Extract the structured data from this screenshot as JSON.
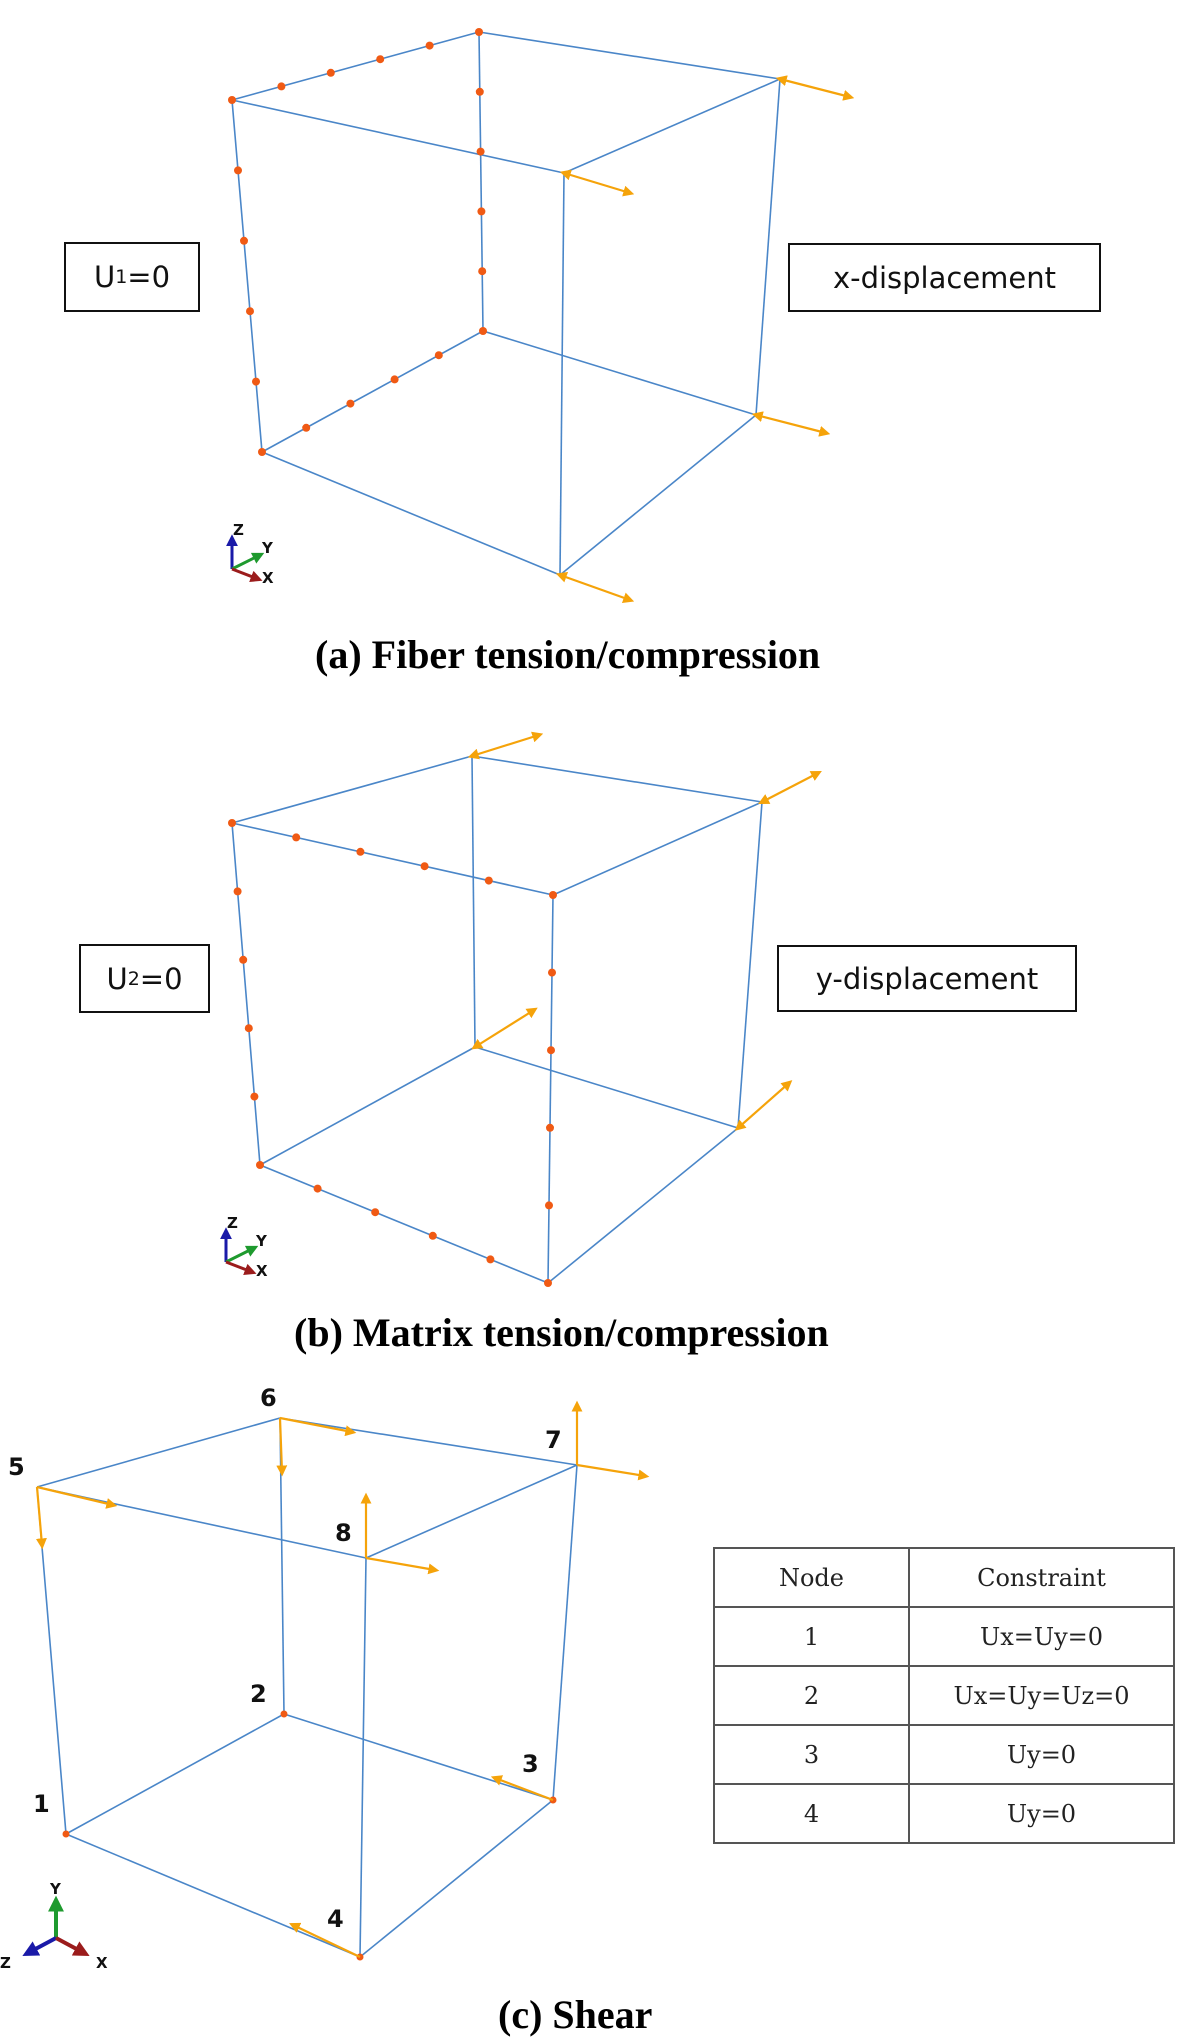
{
  "panels": [
    {
      "id": "a",
      "caption": "(a) Fiber tension/compression",
      "fixed_label": {
        "base": "U",
        "sub": "1",
        "rest": "=0"
      },
      "load_label": "x-displacement",
      "axis_labels": [
        "Z",
        "Y",
        "X"
      ]
    },
    {
      "id": "b",
      "caption": "(b) Matrix tension/compression",
      "fixed_label": {
        "base": "U",
        "sub": "2",
        "rest": "=0"
      },
      "load_label": "y-displacement",
      "axis_labels": [
        "Z",
        "Y",
        "X"
      ]
    },
    {
      "id": "c",
      "caption": "(c) Shear",
      "node_labels": [
        "1",
        "2",
        "3",
        "4",
        "5",
        "6",
        "7",
        "8"
      ],
      "axis_labels": [
        "Y",
        "Z",
        "X"
      ]
    }
  ],
  "constraint_table": {
    "headers": [
      "Node",
      "Constraint"
    ],
    "rows": [
      [
        "1",
        "Ux=Uy=0"
      ],
      [
        "2",
        "Ux=Uy=Uz=0"
      ],
      [
        "3",
        "Uy=0"
      ],
      [
        "4",
        "Uy=0"
      ]
    ]
  },
  "colors": {
    "edge": "#4a86c8",
    "constraint_marker": "#f05a14",
    "load_arrow": "#f5a30a",
    "axis_x": "#9b1c1c",
    "axis_y": "#1e9a2e",
    "axis_z": "#1a1aa8"
  }
}
